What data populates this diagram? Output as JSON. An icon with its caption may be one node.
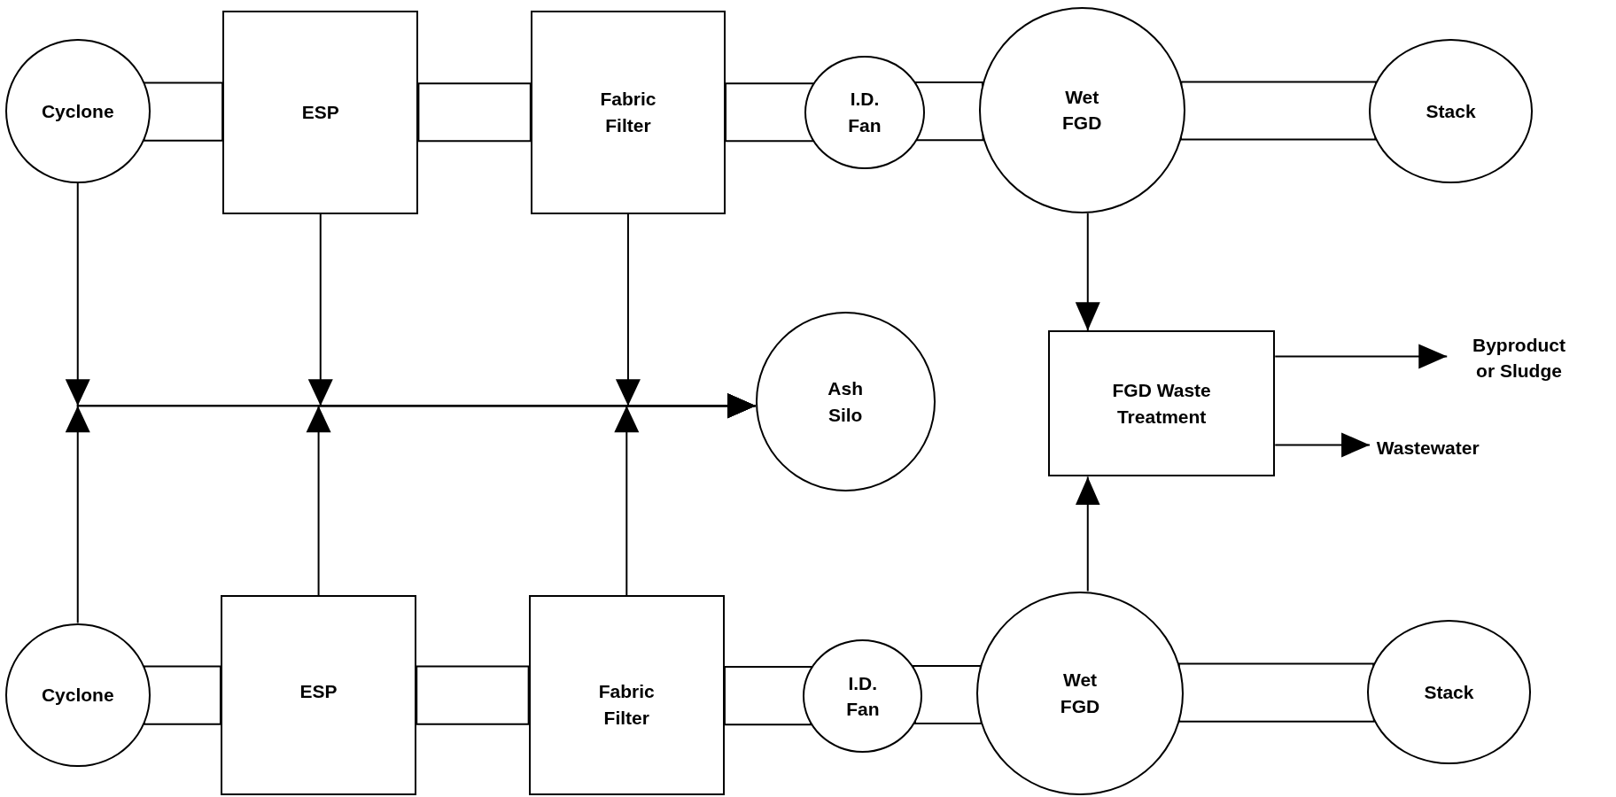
{
  "diagram": {
    "nodes": [
      {
        "text": [
          "Cyclone"
        ]
      },
      {
        "text": [
          "ESP"
        ]
      },
      {
        "text": [
          "Fabric Filter"
        ]
      },
      {
        "text": [
          "I.D. Fan"
        ]
      },
      {
        "text": [
          "Wet FGD"
        ]
      },
      {
        "text": [
          "Stack"
        ]
      },
      {
        "text": [
          "Ash Silo"
        ]
      },
      {
        "text": [
          "FGD Waste Treatment"
        ]
      },
      {
        "text": [
          "Byproduct or Sludge"
        ]
      },
      {
        "text": [
          "Wastewater"
        ]
      },
      {
        "text": [
          "Cyclone"
        ]
      },
      {
        "text": [
          "ESP"
        ]
      },
      {
        "text": [
          "Fabric Filter"
        ]
      },
      {
        "text": [
          "I.D. Fan"
        ]
      },
      {
        "text": [
          "Wet FGD"
        ]
      },
      {
        "text": [
          "Stack"
        ]
      }
    ],
    "edges": [
      {
        "from": 0,
        "to": 1,
        "arrow": "none"
      },
      {
        "from": 1,
        "to": 2,
        "arrow": "none"
      },
      {
        "from": 2,
        "to": 3,
        "arrow": "none"
      },
      {
        "from": 3,
        "to": 4,
        "arrow": "none"
      },
      {
        "from": 4,
        "to": 5,
        "arrow": "none"
      },
      {
        "from": 0,
        "to": 6,
        "arrow": "to"
      },
      {
        "from": 1,
        "to": 6,
        "arrow": "to"
      },
      {
        "from": 2,
        "to": 6,
        "arrow": "to"
      },
      {
        "from": 10,
        "to": 6,
        "arrow": "to"
      },
      {
        "from": 11,
        "to": 6,
        "arrow": "to"
      },
      {
        "from": 12,
        "to": 6,
        "arrow": "to"
      },
      {
        "from": 4,
        "to": 7,
        "arrow": "to"
      },
      {
        "from": 14,
        "to": 7,
        "arrow": "to"
      },
      {
        "from": 7,
        "to": 8,
        "arrow": "to"
      },
      {
        "from": 7,
        "to": 9,
        "arrow": "to"
      },
      {
        "from": 10,
        "to": 11,
        "arrow": "none"
      },
      {
        "from": 11,
        "to": 12,
        "arrow": "none"
      },
      {
        "from": 12,
        "to": 13,
        "arrow": "none"
      },
      {
        "from": 13,
        "to": 14,
        "arrow": "none"
      },
      {
        "from": 14,
        "to": 15,
        "arrow": "none"
      }
    ]
  }
}
